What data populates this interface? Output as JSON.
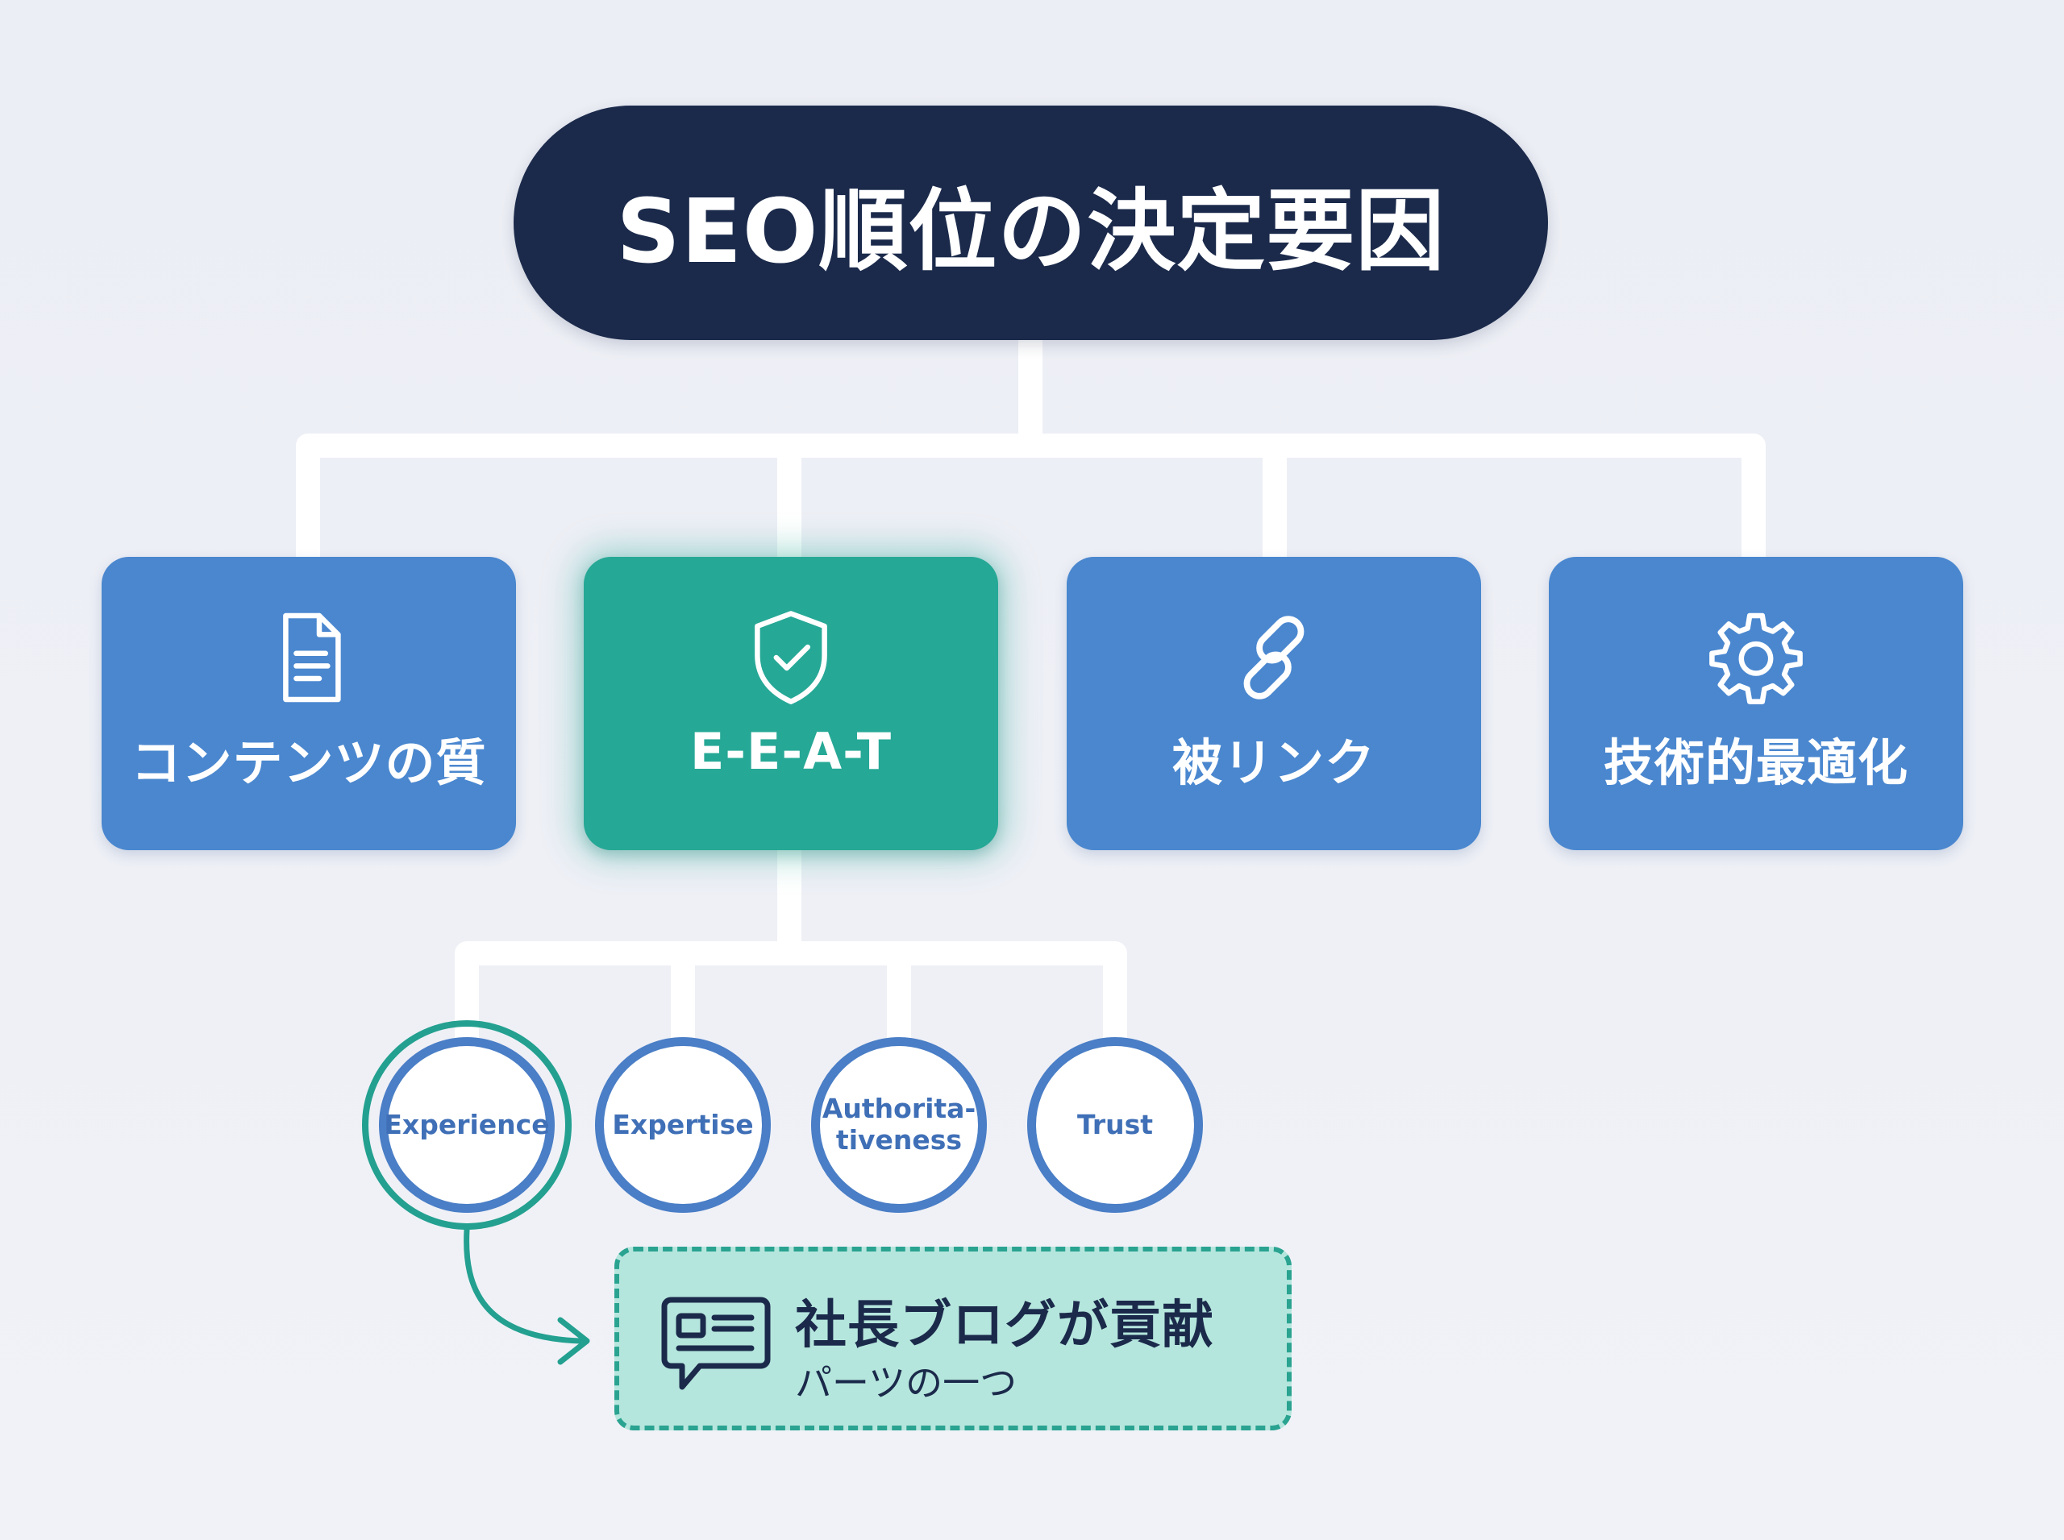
{
  "title": "SEO順位の決定要因",
  "factors": [
    {
      "label": "コンテンツの質",
      "icon": "document-icon"
    },
    {
      "label": "E-E-A-T",
      "icon": "shield-check-icon"
    },
    {
      "label": "被リンク",
      "icon": "link-icon"
    },
    {
      "label": "技術的最適化",
      "icon": "gear-icon"
    }
  ],
  "eeat_items": [
    {
      "label": "Experience"
    },
    {
      "label": "Expertise"
    },
    {
      "label": "Authorita-\ntiveness"
    },
    {
      "label": "Trust"
    }
  ],
  "callout": {
    "title": "社長ブログが貢献",
    "subtitle": "パーツの一つ",
    "icon": "chat-document-icon"
  },
  "colors": {
    "title_bg": "#1b2a4b",
    "factor_blue": "#4a87cf",
    "eeat_green": "#26a896",
    "circle_border": "#4a7ec6",
    "highlight_ring": "#23a090",
    "callout_bg": "#b5e6dd"
  }
}
